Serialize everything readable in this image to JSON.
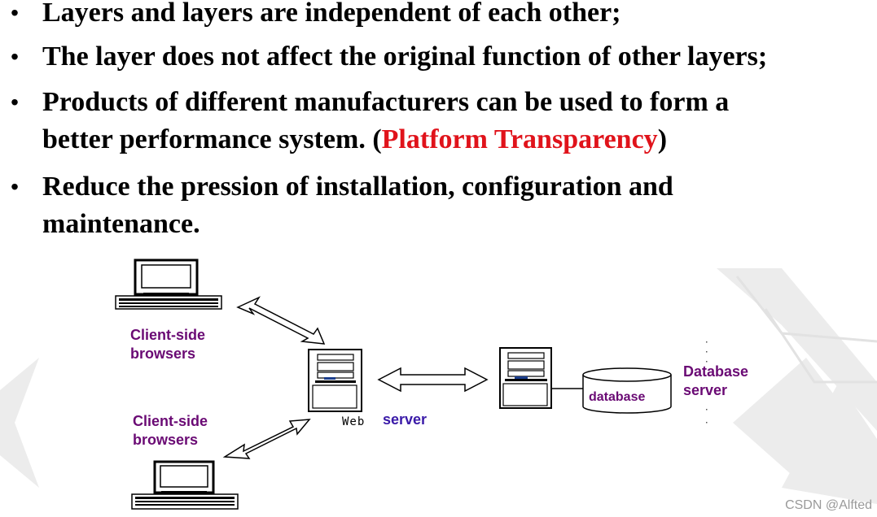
{
  "bullets": [
    {
      "lines": [
        "Layers and layers are independent of each other;"
      ]
    },
    {
      "lines": [
        "The layer does not affect the original function of other layers;"
      ]
    },
    {
      "line1": "Products of different manufacturers can be used to form a",
      "line2_before": "better performance system. (",
      "line2_highlight": "Platform Transparency",
      "line2_after": ")"
    },
    {
      "lines": [
        "Reduce the pression of installation, configuration and",
        "maintenance."
      ]
    }
  ],
  "bullet_symbol": "•",
  "diagram": {
    "client_top_label": [
      "Client-side",
      "browsers"
    ],
    "client_bottom_label": [
      "Client-side",
      "browsers"
    ],
    "web_word": "Web",
    "server_word": "server",
    "database_label": "database",
    "database_server_label": [
      "Database",
      "server"
    ]
  },
  "watermark": "CSDN @Alfted",
  "colors": {
    "highlight": "#e0131b",
    "diagram_label": "#6a0a74",
    "server_label": "#3a1aa8"
  }
}
